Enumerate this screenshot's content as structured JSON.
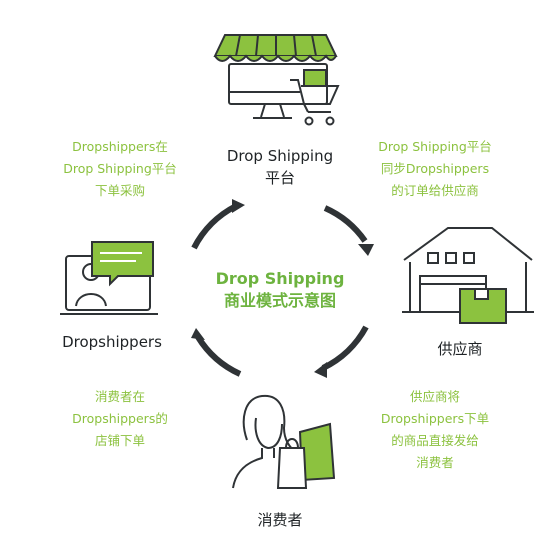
{
  "center": {
    "line1": "Drop Shipping",
    "line2": "商业模式示意图"
  },
  "nodes": {
    "platform": {
      "line1": "Drop Shipping",
      "line2": "平台",
      "icon": "storefront-monitor-cart-icon"
    },
    "supplier": {
      "label": "供应商",
      "icon": "warehouse-box-icon"
    },
    "consumer": {
      "label": "消费者",
      "icon": "woman-shopping-bag-icon"
    },
    "dropshippers": {
      "label": "Dropshippers",
      "icon": "laptop-user-chat-icon"
    }
  },
  "steps": {
    "top_left": "Dropshippers在\nDrop Shipping平台\n下单采购",
    "top_right": "Drop Shipping平台\n同步Dropshippers\n的订单给供应商",
    "bottom_right": "供应商将\nDropshippers下单\n的商品直接发给\n消费者",
    "bottom_left": "消费者在\nDropshippers的\n店铺下单"
  },
  "colors": {
    "accent_green": "#8cc23f",
    "dark_green": "#6db33f",
    "line_dark": "#2f3336"
  }
}
